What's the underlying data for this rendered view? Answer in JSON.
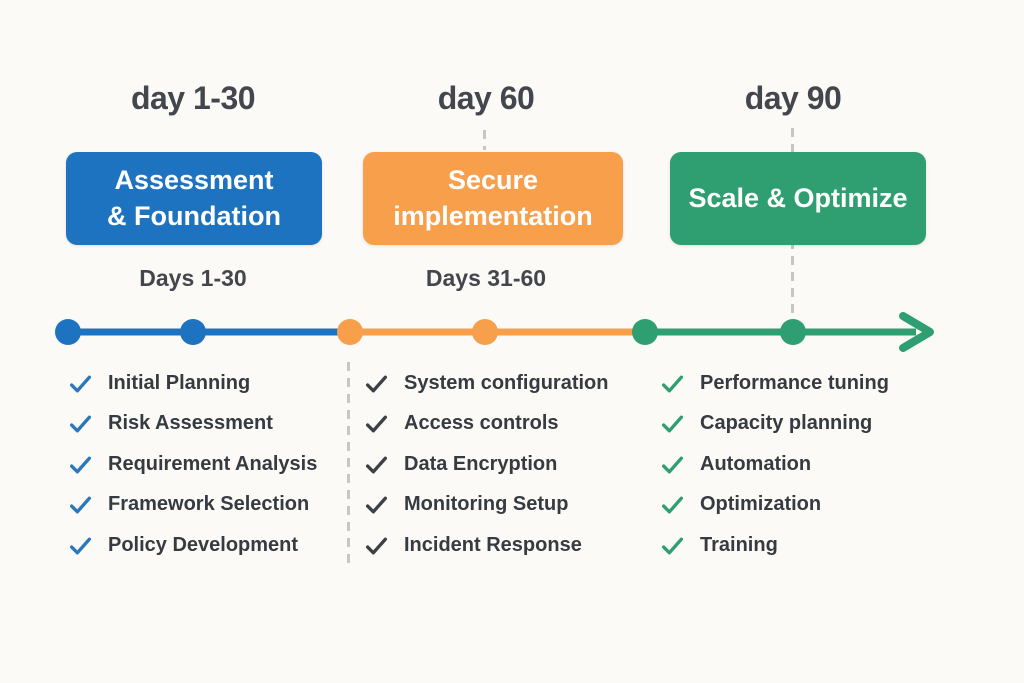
{
  "colors": {
    "background": "#fcfaf6",
    "text_dark": "#43474d",
    "phase1_blue": "#1d73bf",
    "phase2_orange": "#f89f4b",
    "phase3_green": "#2f9e71",
    "check_blue": "#2b77bd",
    "check_dark": "#3b4146",
    "check_green": "#2f9e71",
    "dash_gray": "#c8c6c1"
  },
  "phases": [
    {
      "header": "day 1-30",
      "box_line1": "Assessment",
      "box_line2": "& Foundation",
      "sublabel": "Days 1-30",
      "box_color": "#1d73bf",
      "check_color": "#2b77bd",
      "items": [
        "Initial Planning",
        "Risk Assessment",
        "Requirement Analysis",
        "Framework Selection",
        "Policy Development"
      ]
    },
    {
      "header": "day 60",
      "box_line1": "Secure",
      "box_line2": "implementation",
      "sublabel": "Days 31-60",
      "box_color": "#f89f4b",
      "check_color": "#3b4146",
      "items": [
        "System configuration",
        "Access controls",
        "Data Encryption",
        "Monitoring Setup",
        "Incident Response"
      ]
    },
    {
      "header": "day 90",
      "box_line1": "Scale & Optimize",
      "box_color": "#2f9e71",
      "check_color": "#2f9e71",
      "items": [
        "Performance tuning",
        "Capacity planning",
        "Automation",
        "Optimization",
        "Training"
      ]
    }
  ],
  "timeline": {
    "segment_colors": [
      "#1d73bf",
      "#f89f4b",
      "#2f9e71"
    ],
    "dot_colors": [
      "#1d73bf",
      "#1d73bf",
      "#f89f4b",
      "#f89f4b",
      "#2f9e71",
      "#2f9e71"
    ],
    "direction": "left-to-right-arrow"
  }
}
